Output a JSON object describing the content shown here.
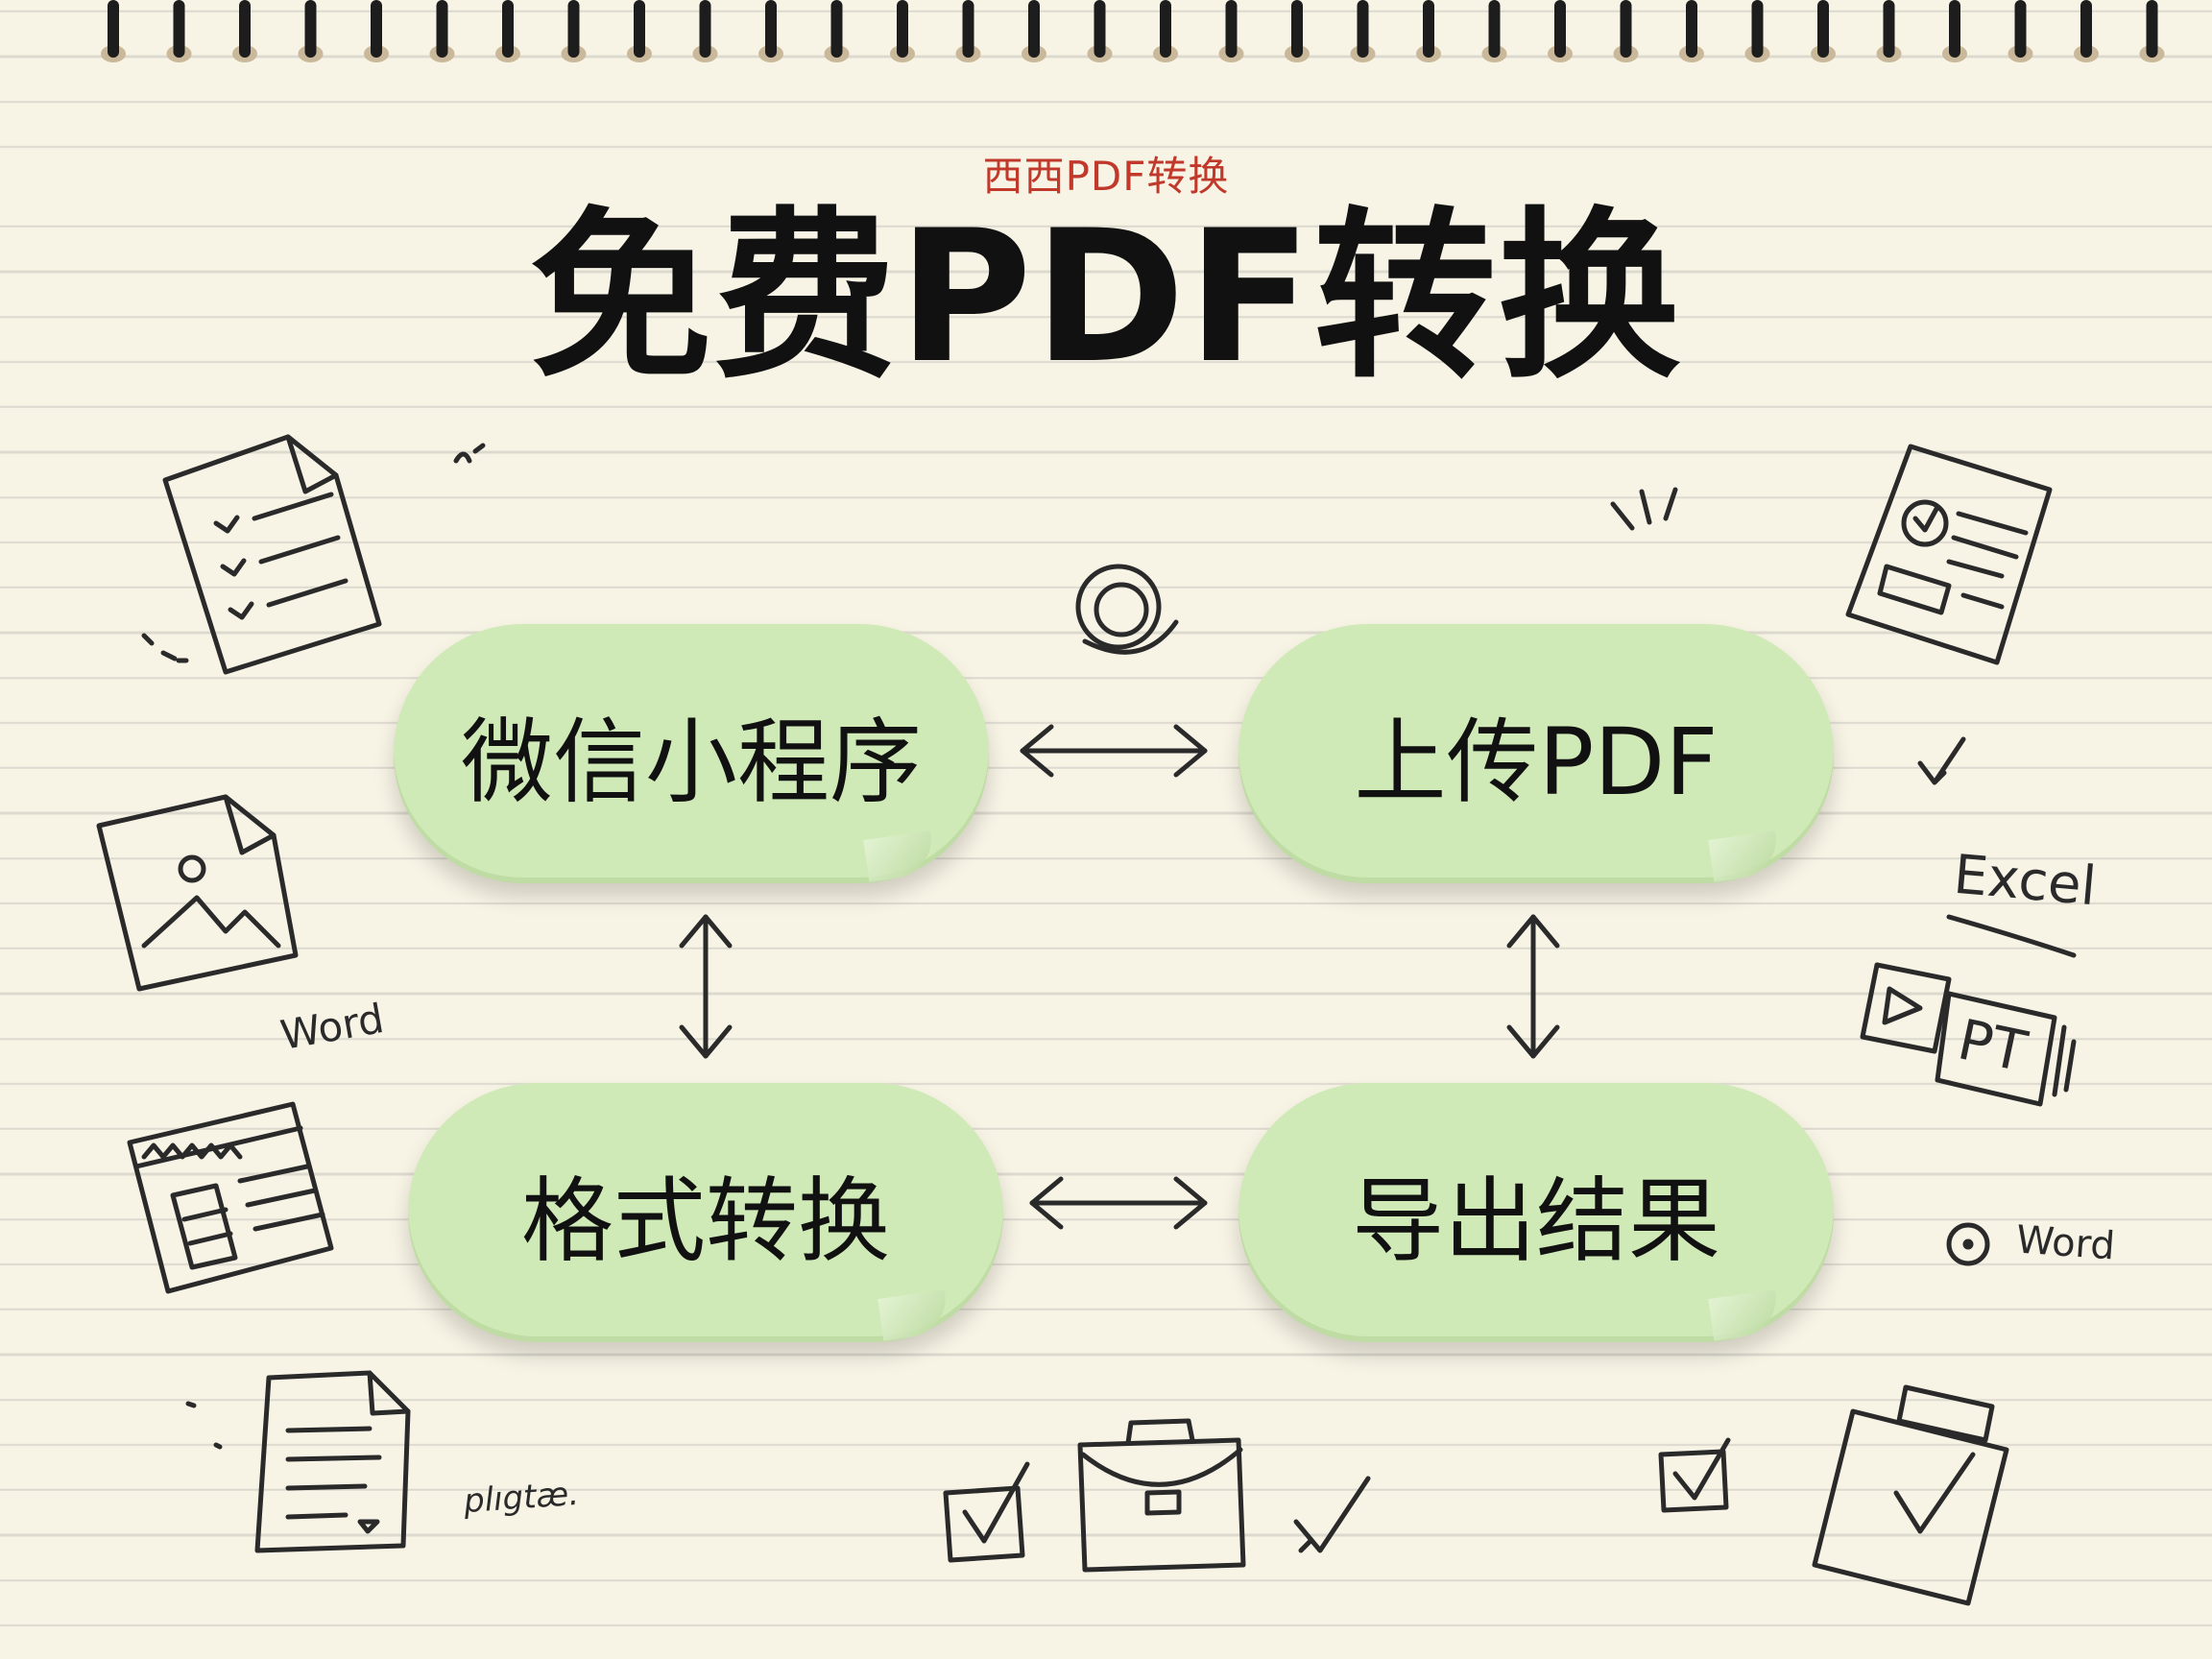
{
  "header": {
    "brand": "西西PDF转换",
    "title": "免费PDF转换"
  },
  "flow": {
    "nodes": [
      {
        "id": "mini-program",
        "label": "微信小程序"
      },
      {
        "id": "upload",
        "label": "上传PDF"
      },
      {
        "id": "convert",
        "label": "格式转换"
      },
      {
        "id": "export",
        "label": "导出结果"
      }
    ]
  },
  "doodles": {
    "word_left": "Word",
    "excel": "Excel",
    "ppt": "PT",
    "word_right": "Word",
    "scribble": "plıgtæ."
  },
  "colors": {
    "pill": "#cfeab6",
    "brand": "#c0392b",
    "paper": "#f7f3e5"
  }
}
